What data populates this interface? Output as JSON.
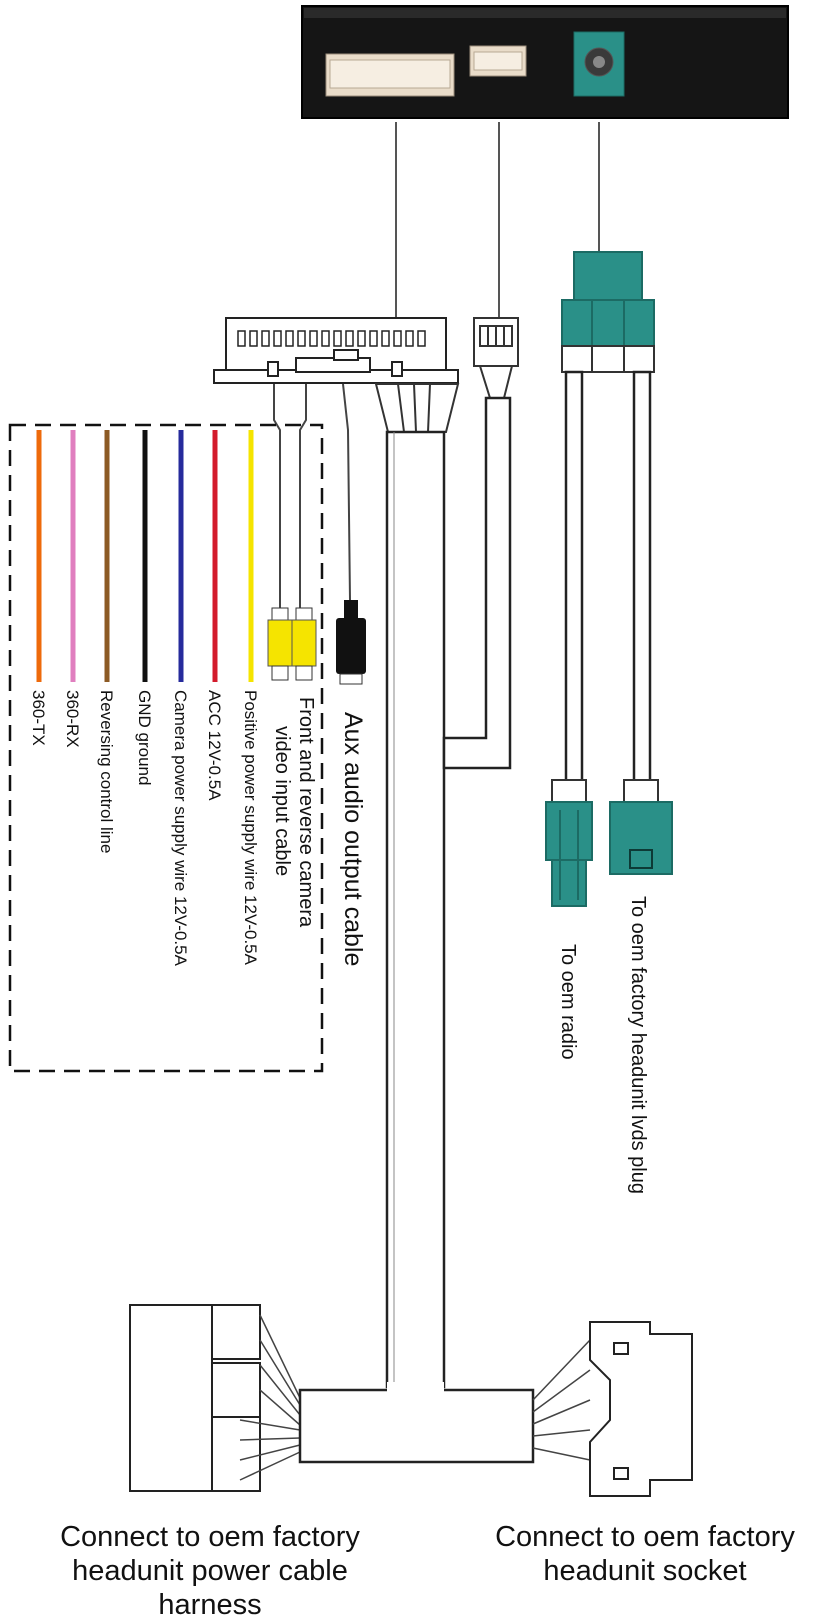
{
  "colors": {
    "box": "#111111",
    "teal": "#2a9088",
    "yellow": "#f5e400",
    "orange": "#ee6a0b",
    "pink": "#e07fbf",
    "brown": "#8c5a24",
    "black": "#111111",
    "blue": "#262b9c",
    "red": "#d31b2c"
  },
  "wires": [
    {
      "label": "360-TX",
      "color": "#ee6a0b"
    },
    {
      "label": "360-RX",
      "color": "#e07fbf"
    },
    {
      "label": "Reversing control line",
      "color": "#8c5a24"
    },
    {
      "label": "GND ground",
      "color": "#111111"
    },
    {
      "label": "Camera power supply wire 12V-0.5A",
      "color": "#262b9c"
    },
    {
      "label": "ACC 12V-0.5A",
      "color": "#d31b2c"
    },
    {
      "label": "Positive power supply wire 12V-0.5A",
      "color": "#f5e400"
    }
  ],
  "labels": {
    "camera_line1": "Front and reverse camera",
    "camera_line2": "video input cable",
    "aux": "Aux audio output cable",
    "oem_radio": "To oem radio",
    "lvds": "To oem factory headunit lvds plug",
    "power_harness": "Connect to oem factory headunit power cable harness",
    "socket": "Connect to oem factory headunit socket"
  }
}
